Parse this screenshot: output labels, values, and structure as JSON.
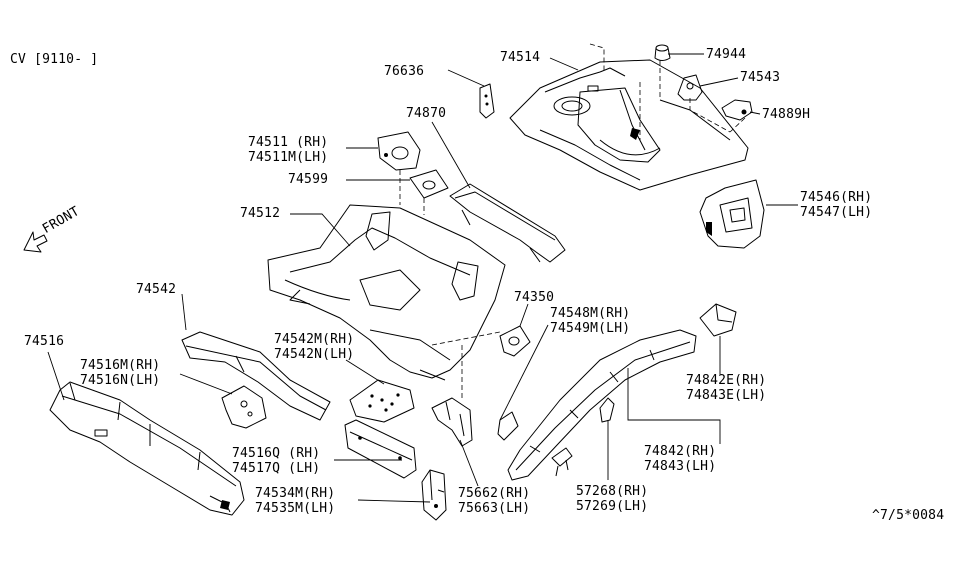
{
  "header": {
    "code": "CV [9110-   ]"
  },
  "footer": {
    "ref": "^7/5*0084"
  },
  "front_label": "FRONT",
  "parts": [
    {
      "id": "p74514",
      "lines": [
        "74514"
      ]
    },
    {
      "id": "p74944",
      "lines": [
        "74944"
      ]
    },
    {
      "id": "p76636",
      "lines": [
        "76636"
      ]
    },
    {
      "id": "p74543",
      "lines": [
        "74543"
      ]
    },
    {
      "id": "p74889h",
      "lines": [
        "74889H"
      ]
    },
    {
      "id": "p74870",
      "lines": [
        "74870"
      ]
    },
    {
      "id": "p74511",
      "lines": [
        "74511 (RH)",
        "74511M(LH)"
      ]
    },
    {
      "id": "p74599",
      "lines": [
        "74599"
      ]
    },
    {
      "id": "p74546",
      "lines": [
        "74546(RH)",
        "74547(LH)"
      ]
    },
    {
      "id": "p74512",
      "lines": [
        "74512"
      ]
    },
    {
      "id": "p74542",
      "lines": [
        "74542"
      ]
    },
    {
      "id": "p74350",
      "lines": [
        "74350"
      ]
    },
    {
      "id": "p74548m",
      "lines": [
        "74548M(RH)",
        "74549M(LH)"
      ]
    },
    {
      "id": "p74516",
      "lines": [
        "74516"
      ]
    },
    {
      "id": "p74542m",
      "lines": [
        "74542M(RH)",
        "74542N(LH)"
      ]
    },
    {
      "id": "p74516m",
      "lines": [
        "74516M(RH)",
        "74516N(LH)"
      ]
    },
    {
      "id": "p74842e",
      "lines": [
        "74842E(RH)",
        "74843E(LH)"
      ]
    },
    {
      "id": "p74842",
      "lines": [
        "74842(RH)",
        "74843(LH)"
      ]
    },
    {
      "id": "p74516q",
      "lines": [
        "74516Q (RH)",
        "74517Q (LH)"
      ]
    },
    {
      "id": "p75662",
      "lines": [
        "75662(RH)",
        "75663(LH)"
      ]
    },
    {
      "id": "p57268",
      "lines": [
        "57268(RH)",
        "57269(LH)"
      ]
    },
    {
      "id": "p74534m",
      "lines": [
        "74534M(RH)",
        "74535M(LH)"
      ]
    }
  ]
}
